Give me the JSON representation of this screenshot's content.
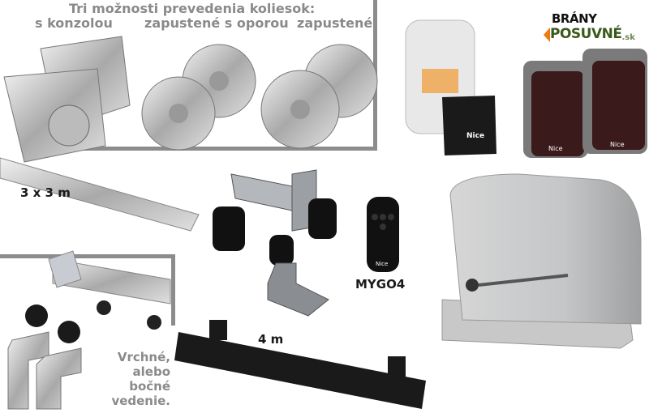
{
  "wheels": {
    "title": "Tri možnosti prevedenia koliesok:",
    "options": [
      "s konzolou",
      "zapustené s oporou",
      "zapustené"
    ]
  },
  "rail_label": "3 x 3 m",
  "rack_label": "4 m",
  "remote_label": "MYGO4",
  "guide_label": [
    "Vrchné,",
    "alebo",
    "bočné",
    "vedenie."
  ],
  "logo": {
    "line1": "BRÁNY",
    "line2": "POSUVNÉ",
    "suffix": ".sk"
  },
  "brand": "Nice",
  "colors": {
    "logo_green": "#3a5a1a",
    "logo_orange": "#f07a10",
    "text_gray": "#8a8a8a"
  }
}
